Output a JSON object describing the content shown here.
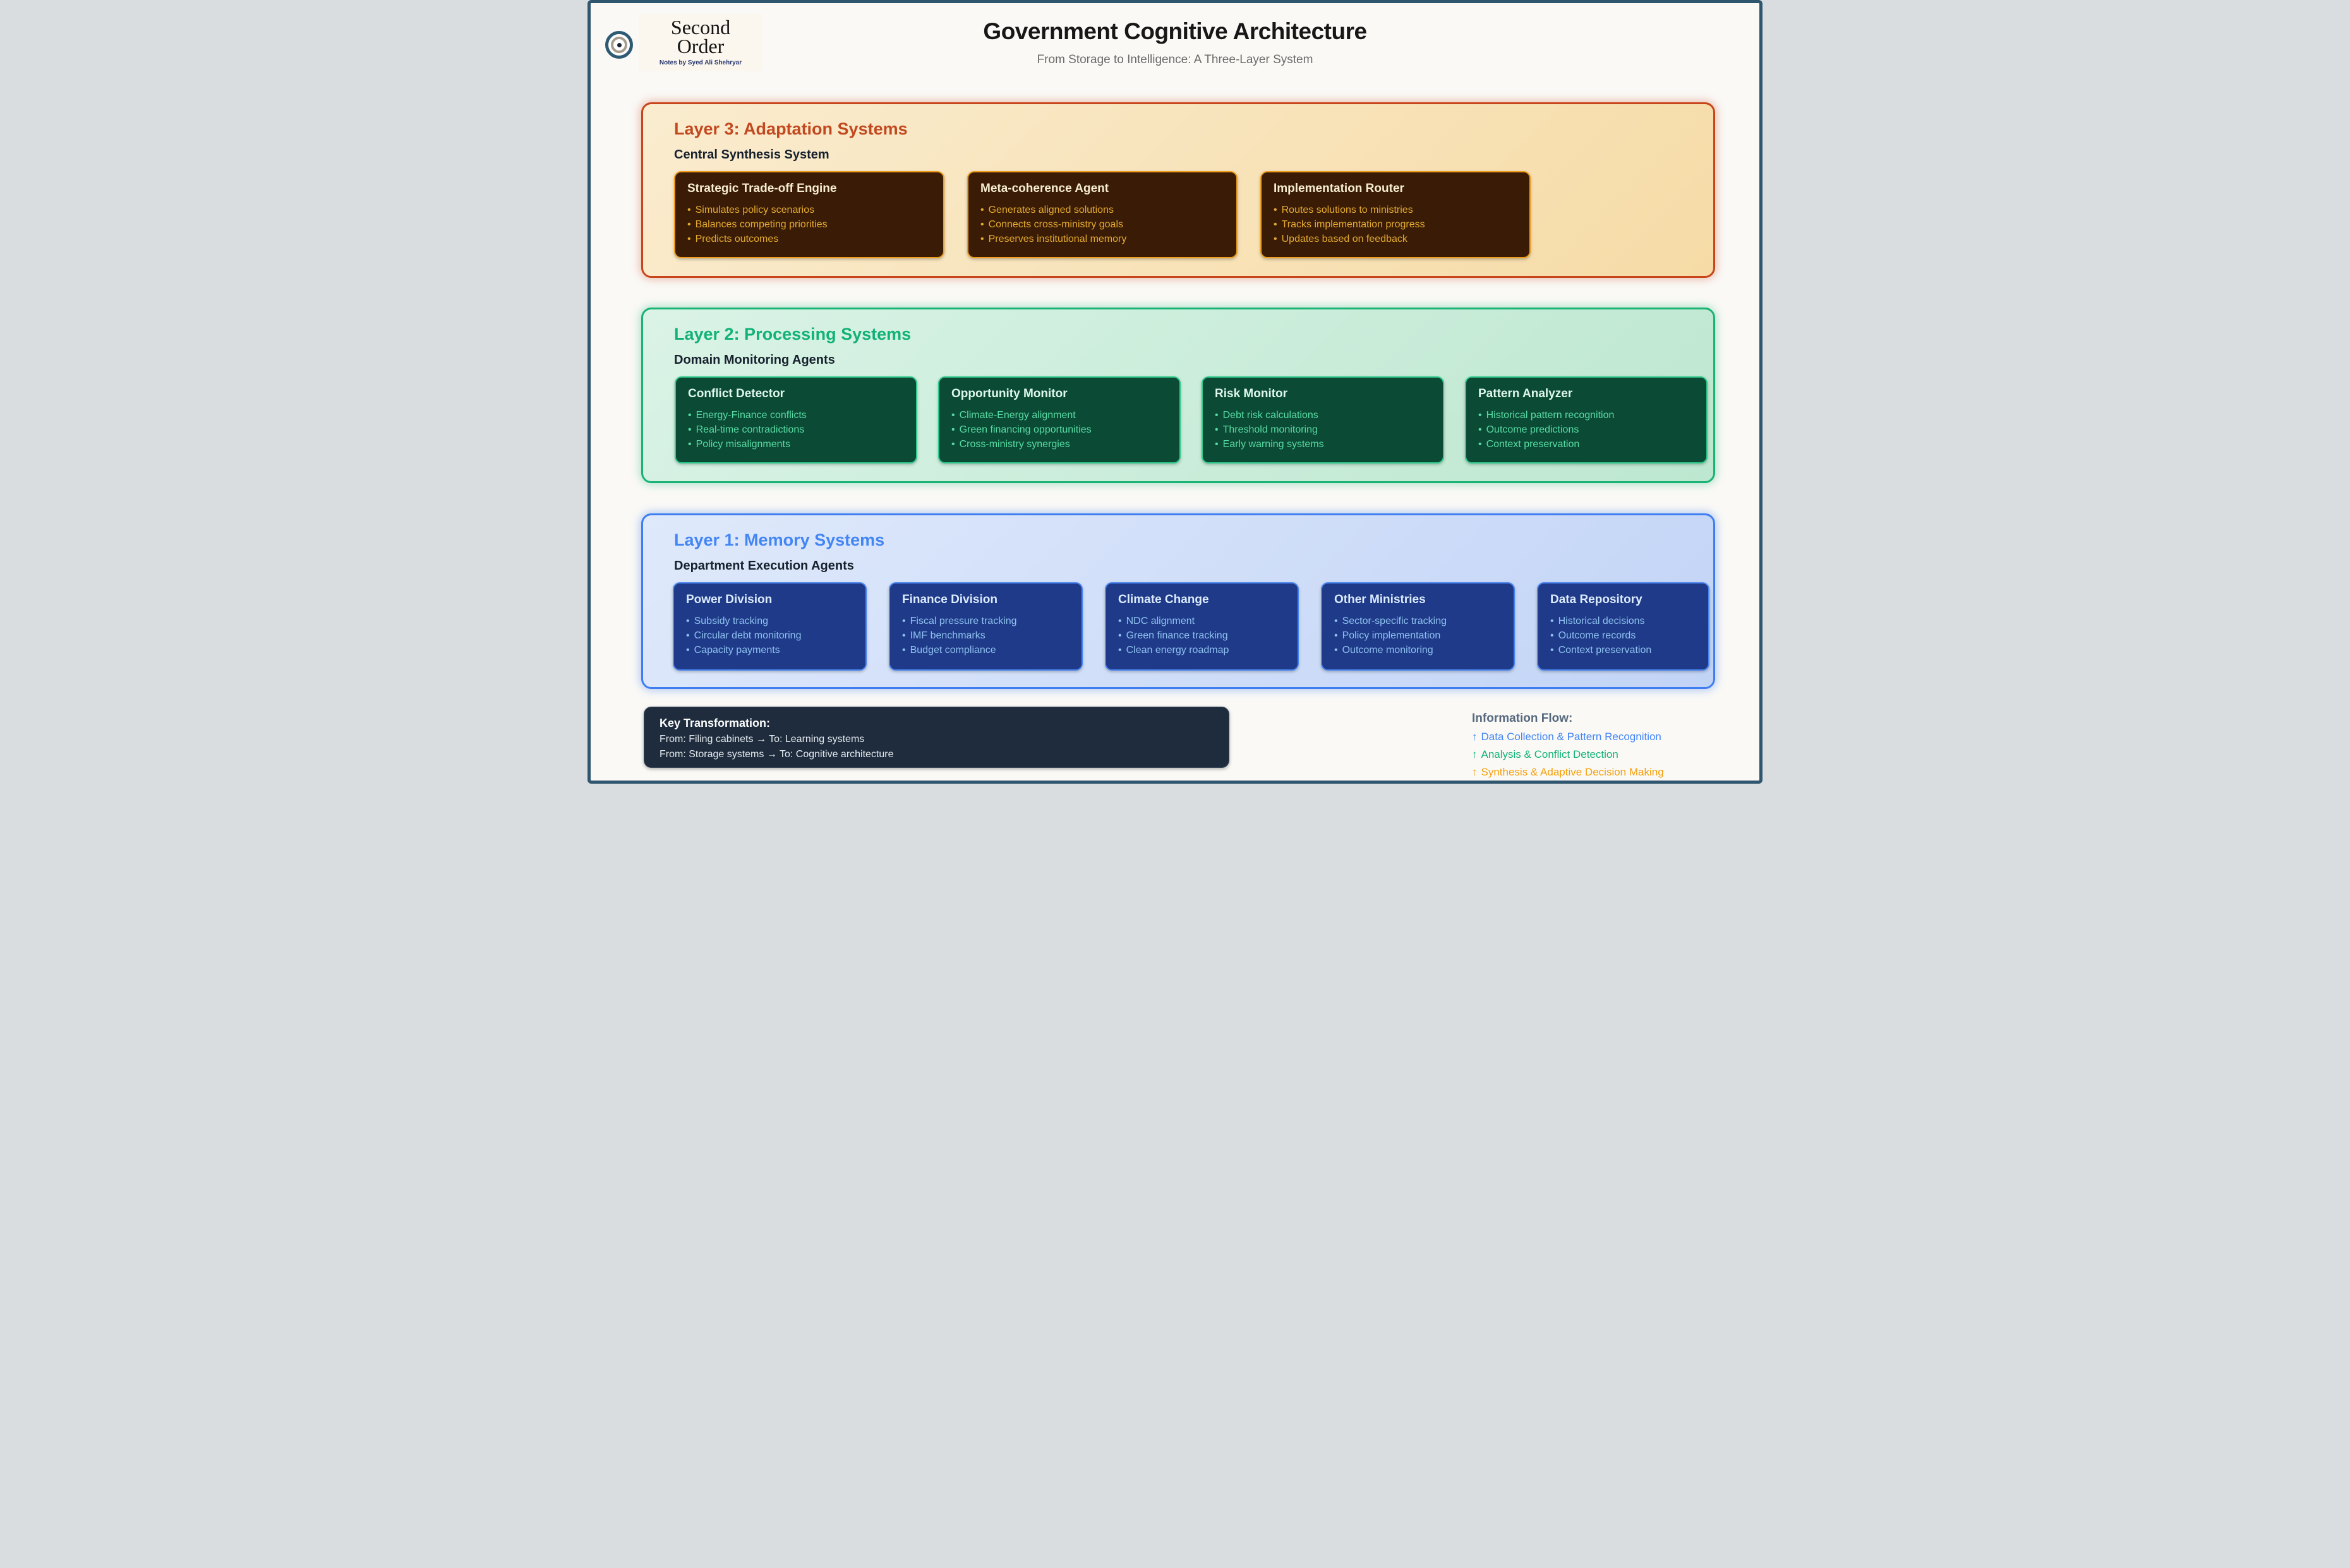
{
  "brand": {
    "line1": "Second",
    "line2": "Order",
    "tagline": "Notes by Syed Ali Shehryar"
  },
  "page": {
    "title": "Government Cognitive Architecture",
    "subtitle": "From Storage to Intelligence: A Three-Layer System"
  },
  "layers": [
    {
      "heading": "Layer 3: Adaptation Systems",
      "subheading": "Central Synthesis System",
      "accent_color": "#c2491f",
      "card_bg": "#3a1c06",
      "card_border": "#ef9c1d",
      "bullet_color": "#e4aa30",
      "cards": [
        {
          "title": "Strategic Trade-off Engine",
          "bullets": [
            "Simulates policy scenarios",
            "Balances competing priorities",
            "Predicts outcomes"
          ]
        },
        {
          "title": "Meta-coherence Agent",
          "bullets": [
            "Generates aligned solutions",
            "Connects cross-ministry goals",
            "Preserves institutional memory"
          ]
        },
        {
          "title": "Implementation Router",
          "bullets": [
            "Routes solutions to ministries",
            "Tracks implementation progress",
            "Updates based on feedback"
          ]
        }
      ]
    },
    {
      "heading": "Layer 2: Processing Systems",
      "subheading": "Domain Monitoring Agents",
      "accent_color": "#12b276",
      "card_bg": "#0b4b36",
      "card_border": "#2fcb8c",
      "bullet_color": "#57dba3",
      "cards": [
        {
          "title": "Conflict Detector",
          "bullets": [
            "Energy-Finance conflicts",
            "Real-time contradictions",
            "Policy misalignments"
          ]
        },
        {
          "title": "Opportunity Monitor",
          "bullets": [
            "Climate-Energy alignment",
            "Green financing opportunities",
            "Cross-ministry synergies"
          ]
        },
        {
          "title": "Risk Monitor",
          "bullets": [
            "Debt risk calculations",
            "Threshold monitoring",
            "Early warning systems"
          ]
        },
        {
          "title": "Pattern Analyzer",
          "bullets": [
            "Historical pattern recognition",
            "Outcome predictions",
            "Context preservation"
          ]
        }
      ]
    },
    {
      "heading": "Layer 1: Memory Systems",
      "subheading": "Department Execution Agents",
      "accent_color": "#4285f4",
      "card_bg": "#1e3a88",
      "card_border": "#4a86f0",
      "bullet_color": "#8fc1f0",
      "cards": [
        {
          "title": "Power Division",
          "bullets": [
            "Subsidy tracking",
            "Circular debt monitoring",
            "Capacity payments"
          ]
        },
        {
          "title": "Finance Division",
          "bullets": [
            "Fiscal pressure tracking",
            "IMF benchmarks",
            "Budget compliance"
          ]
        },
        {
          "title": "Climate Change",
          "bullets": [
            "NDC alignment",
            "Green finance tracking",
            "Clean energy roadmap"
          ]
        },
        {
          "title": "Other Ministries",
          "bullets": [
            "Sector-specific tracking",
            "Policy implementation",
            "Outcome monitoring"
          ]
        },
        {
          "title": "Data Repository",
          "bullets": [
            "Historical decisions",
            "Outcome records",
            "Context preservation"
          ]
        }
      ]
    }
  ],
  "key_transformation": {
    "title": "Key Transformation:",
    "lines": [
      "From: Filing cabinets → To: Learning systems",
      "From: Storage systems → To: Cognitive architecture"
    ]
  },
  "information_flow": {
    "title": "Information Flow:",
    "items": [
      {
        "arrow": "↑",
        "label": "Data Collection & Pattern Recognition",
        "color": "#4285f4"
      },
      {
        "arrow": "↑",
        "label": "Analysis & Conflict Detection",
        "color": "#12b375"
      },
      {
        "arrow": "↑",
        "label": "Synthesis & Adaptive Decision Making",
        "color": "#f59f0a"
      }
    ]
  },
  "colors": {
    "frame": "#2f566e",
    "background": "#faf9f6",
    "bullet_char": "•"
  }
}
